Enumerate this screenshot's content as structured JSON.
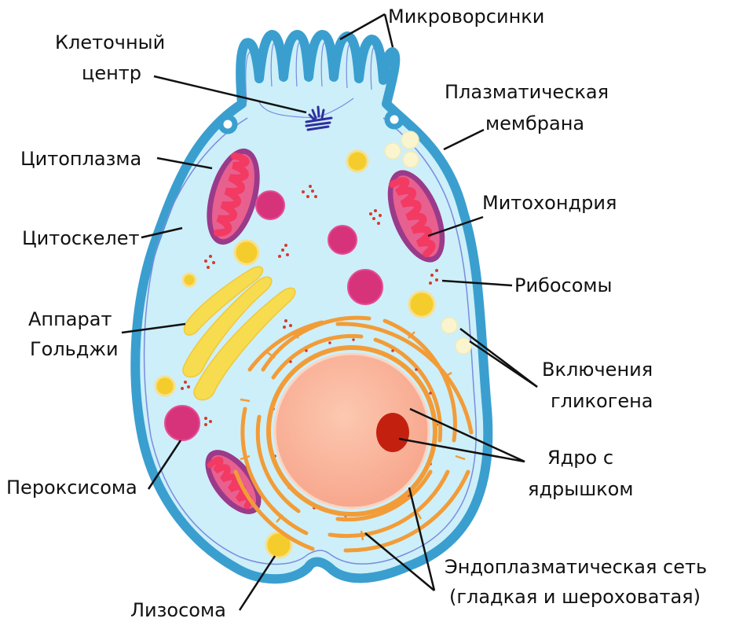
{
  "labels": {
    "microvilli": "Микроворсинки",
    "centrosome_1": "Клеточный",
    "centrosome_2": "центр",
    "membrane_1": "Плазматическая",
    "membrane_2": "мембрана",
    "cytoplasm": "Цитоплазма",
    "mitochondrion": "Митохондрия",
    "cytoskeleton": "Цитоскелет",
    "ribosomes": "Рибосомы",
    "golgi_1": "Аппарат",
    "golgi_2": "Гольджи",
    "glycogen_1": "Включения",
    "glycogen_2": "гликогена",
    "nucleus_1": "Ядро с",
    "nucleus_2": "ядрышком",
    "peroxisome": "Пероксисома",
    "er_1": "Эндоплазматическая сеть",
    "er_2": "(гладкая и шероховатая)",
    "lysosome": "Лизосома"
  },
  "colors": {
    "membrane": "#3a9fcf",
    "cytoplasm": "#cdeff9",
    "mitochondria_outer": "#9b3a8a",
    "mitochondria_inner": "#ef3f6b",
    "golgi": "#f7dc4f",
    "nucleus": "#fbb59a",
    "nucleolus": "#c4200f",
    "er": "#f29c38",
    "peroxisome": "#d6337a",
    "lysosome": "#f4cc2c",
    "glycogen": "#fbf5cf",
    "centrosome": "#2f2f9e",
    "ribosome": "#d23c2c"
  }
}
